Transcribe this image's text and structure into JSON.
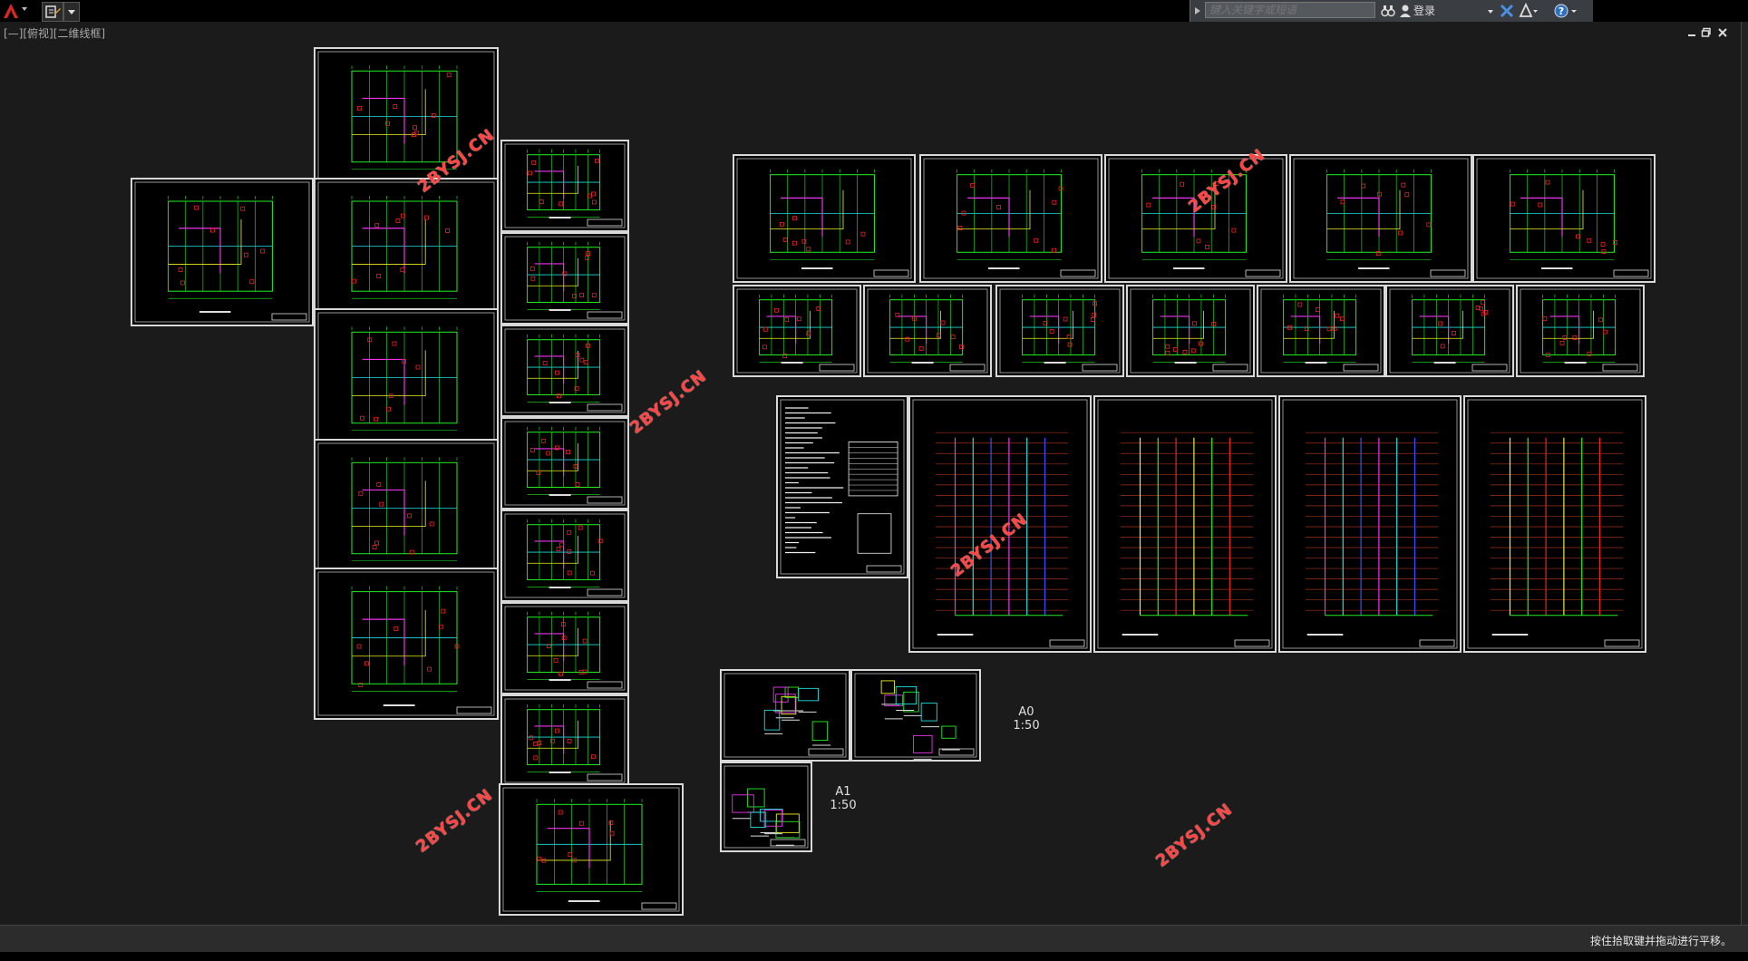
{
  "app": {
    "view_label": "[—][俯视][二维线框]",
    "search_placeholder": "键入关键字或短语",
    "login_label": "登录",
    "status_text": "按住拾取键并拖动进行平移。"
  },
  "icons": [
    "app-logo-icon",
    "quick-access-icon",
    "binoculars-icon",
    "user-icon",
    "exchange-icon",
    "a360-icon",
    "help-icon"
  ],
  "annotations": [
    {
      "id": "a0",
      "line1": "A0",
      "line2": "1:50"
    },
    {
      "id": "a1",
      "line1": "A1",
      "line2": "1:50"
    }
  ],
  "watermark_text": "2BYSJ.CN",
  "colors": {
    "background": "#1b1b1b",
    "sheet_border": "#d8d8d8",
    "watermark": "#ff4444",
    "cad_green": "#22ee22",
    "cad_magenta": "#ee33ee",
    "cad_cyan": "#22dddd",
    "cad_yellow": "#eeee22",
    "cad_red": "#ee2222"
  }
}
